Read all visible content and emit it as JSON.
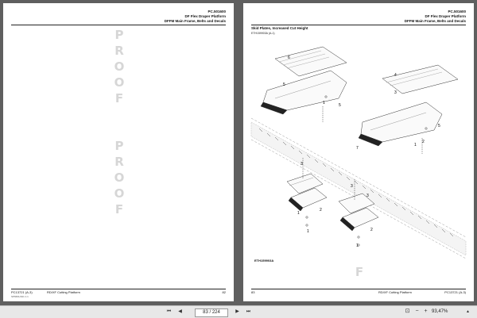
{
  "left_page": {
    "header_code": "PC.501600",
    "header_title": "DF Flex Draper Platform",
    "header_section": "DFFM Main Frame, Belts and Decals",
    "watermark_letters": [
      "P",
      "R",
      "O",
      "O",
      "F",
      "P",
      "R",
      "O",
      "O",
      "F"
    ],
    "footer_left": "PC13721",
    "footer_left_sub": "(A-3)",
    "footer_center": "RD/XF Cutting Platform",
    "footer_right": "82",
    "footer_code": "SP6661/A01 1.1"
  },
  "right_page": {
    "header_code": "PC.501600",
    "header_title": "DF Flex Draper Platform",
    "header_section": "DFFM Main Frame, Belts and Decals",
    "section_title": "Skid Plates, Increased Cut Height",
    "section_code": "ETH159903A (A-1)",
    "figure_code": "ETH159903A",
    "watermark_letter": "F",
    "callouts": [
      "6",
      "5",
      "1",
      "5",
      "4",
      "3",
      "5",
      "7",
      "2",
      "1",
      "3",
      "1",
      "2",
      "1",
      "2",
      "3",
      "1",
      "3"
    ],
    "footer_left": "83",
    "footer_center": "RD/XF Cutting Platform",
    "footer_right": "PC13721",
    "footer_right_sub": "(A-3)"
  },
  "toolbar": {
    "page_indicator": "83 / 224",
    "zoom_level": "93,47%"
  },
  "icons": {
    "first": "first-page-icon",
    "prev": "prev-page-icon",
    "next": "next-page-icon",
    "last": "last-page-icon",
    "zoom_out": "zoom-out-icon",
    "zoom_in": "zoom-in-icon",
    "fit": "fit-page-icon"
  }
}
